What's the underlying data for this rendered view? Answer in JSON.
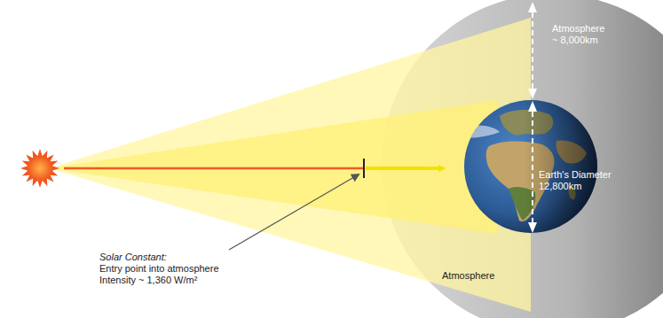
{
  "diagram": {
    "nodes": [
      {
        "text": [
          "Atmosphere"
        ]
      },
      {
        "text": [
          "Earth's Diameter 12,800km"
        ],
        "in": 0
      }
    ],
    "labels": [
      "Atmosphere ~ 8,000km",
      "Solar Constant:",
      "Entry point into atmosphere",
      "Intensity ~ 1,360 W/m²"
    ]
  }
}
